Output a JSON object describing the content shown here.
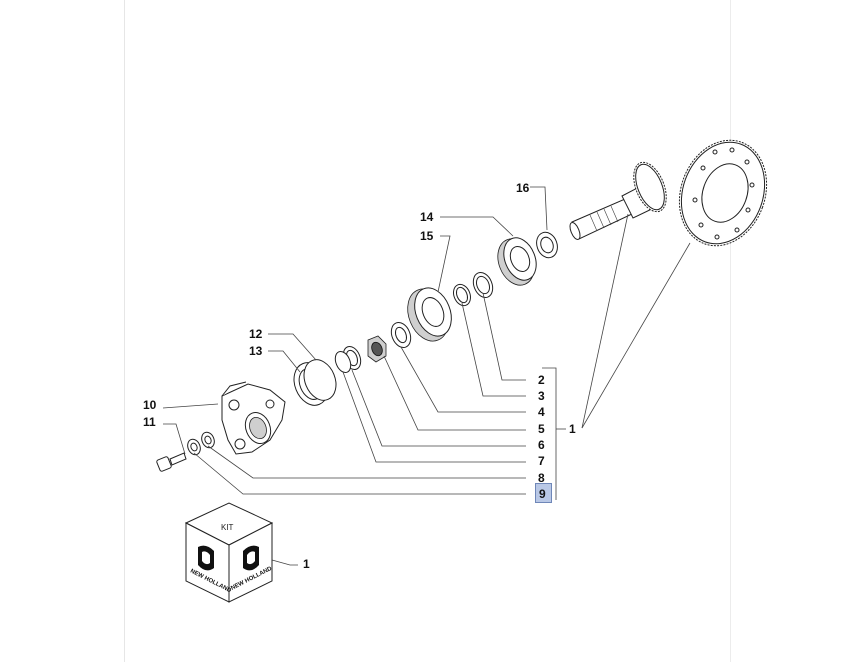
{
  "callouts": {
    "c1_main": "1",
    "c1_kit": "1",
    "c2": "2",
    "c3": "3",
    "c4": "4",
    "c5": "5",
    "c6": "6",
    "c7": "7",
    "c8": "8",
    "c9": "9",
    "c10": "10",
    "c11": "11",
    "c12": "12",
    "c13": "13",
    "c14": "14",
    "c15": "15",
    "c16": "16"
  },
  "kit": {
    "label": "KIT",
    "brand_left": "NEW HOLLAND",
    "brand_right": "NEW HOLLAND"
  },
  "selected_callout": "9",
  "colors": {
    "selection_fill": "#b9c8e6",
    "selection_border": "#6f87b8"
  }
}
